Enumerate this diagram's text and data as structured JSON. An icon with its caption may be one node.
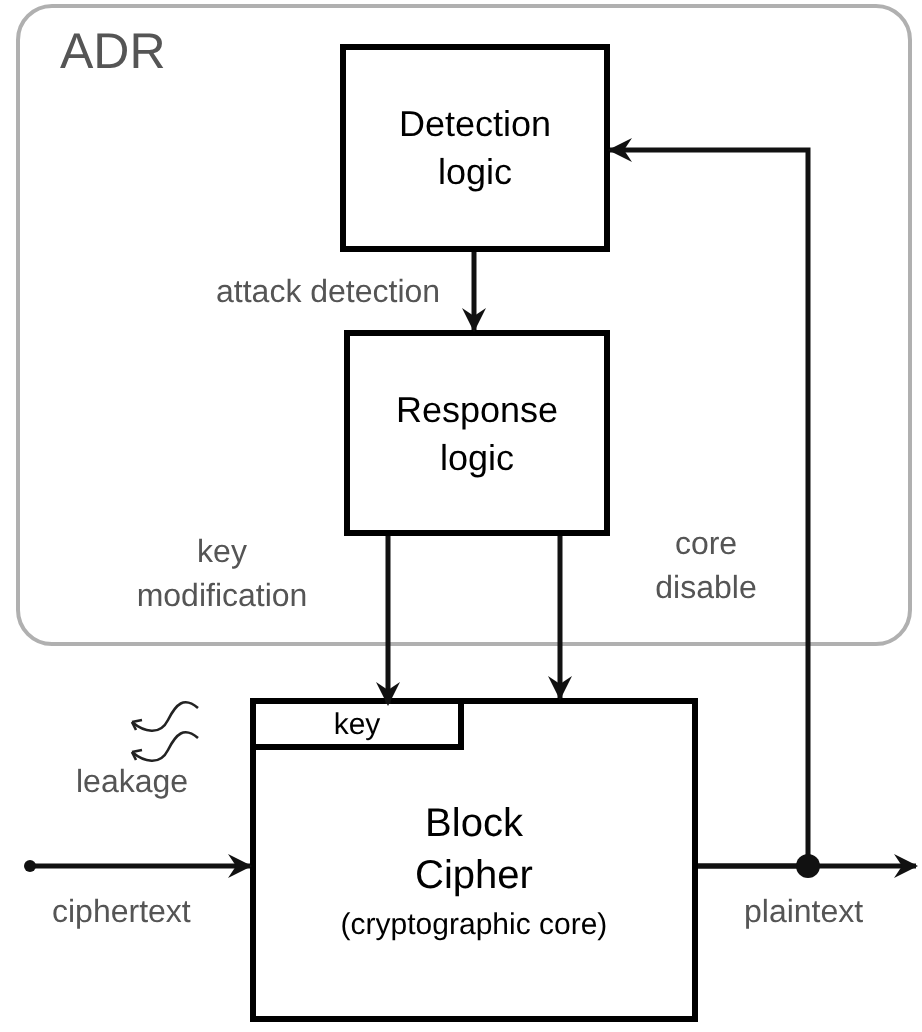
{
  "diagram": {
    "nodes": [
      {
        "text": [
          "ADR"
        ]
      },
      {
        "text": [
          "Detection logic"
        ],
        "in": 0
      },
      {
        "text": [
          "Response logic"
        ],
        "in": 0
      },
      {
        "text": [
          "Block Cipher",
          "(cryptographic core)"
        ]
      },
      {
        "text": [
          "key"
        ],
        "in": 3
      }
    ],
    "edges": [
      {
        "from": 1,
        "to": 2,
        "arrow": "to",
        "label": "attack detection"
      },
      {
        "from": 2,
        "to": 4,
        "arrow": "to",
        "label": "key modification"
      },
      {
        "from": 2,
        "to": 3,
        "arrow": "to",
        "label": "core disable"
      },
      {
        "from": null,
        "to": 3,
        "arrow": "to",
        "label": "ciphertext"
      },
      {
        "from": 3,
        "to": null,
        "arrow": "to",
        "label": "plaintext"
      },
      {
        "from": 3,
        "to": 1,
        "arrow": "to"
      }
    ],
    "labels": [
      "leakage"
    ]
  }
}
